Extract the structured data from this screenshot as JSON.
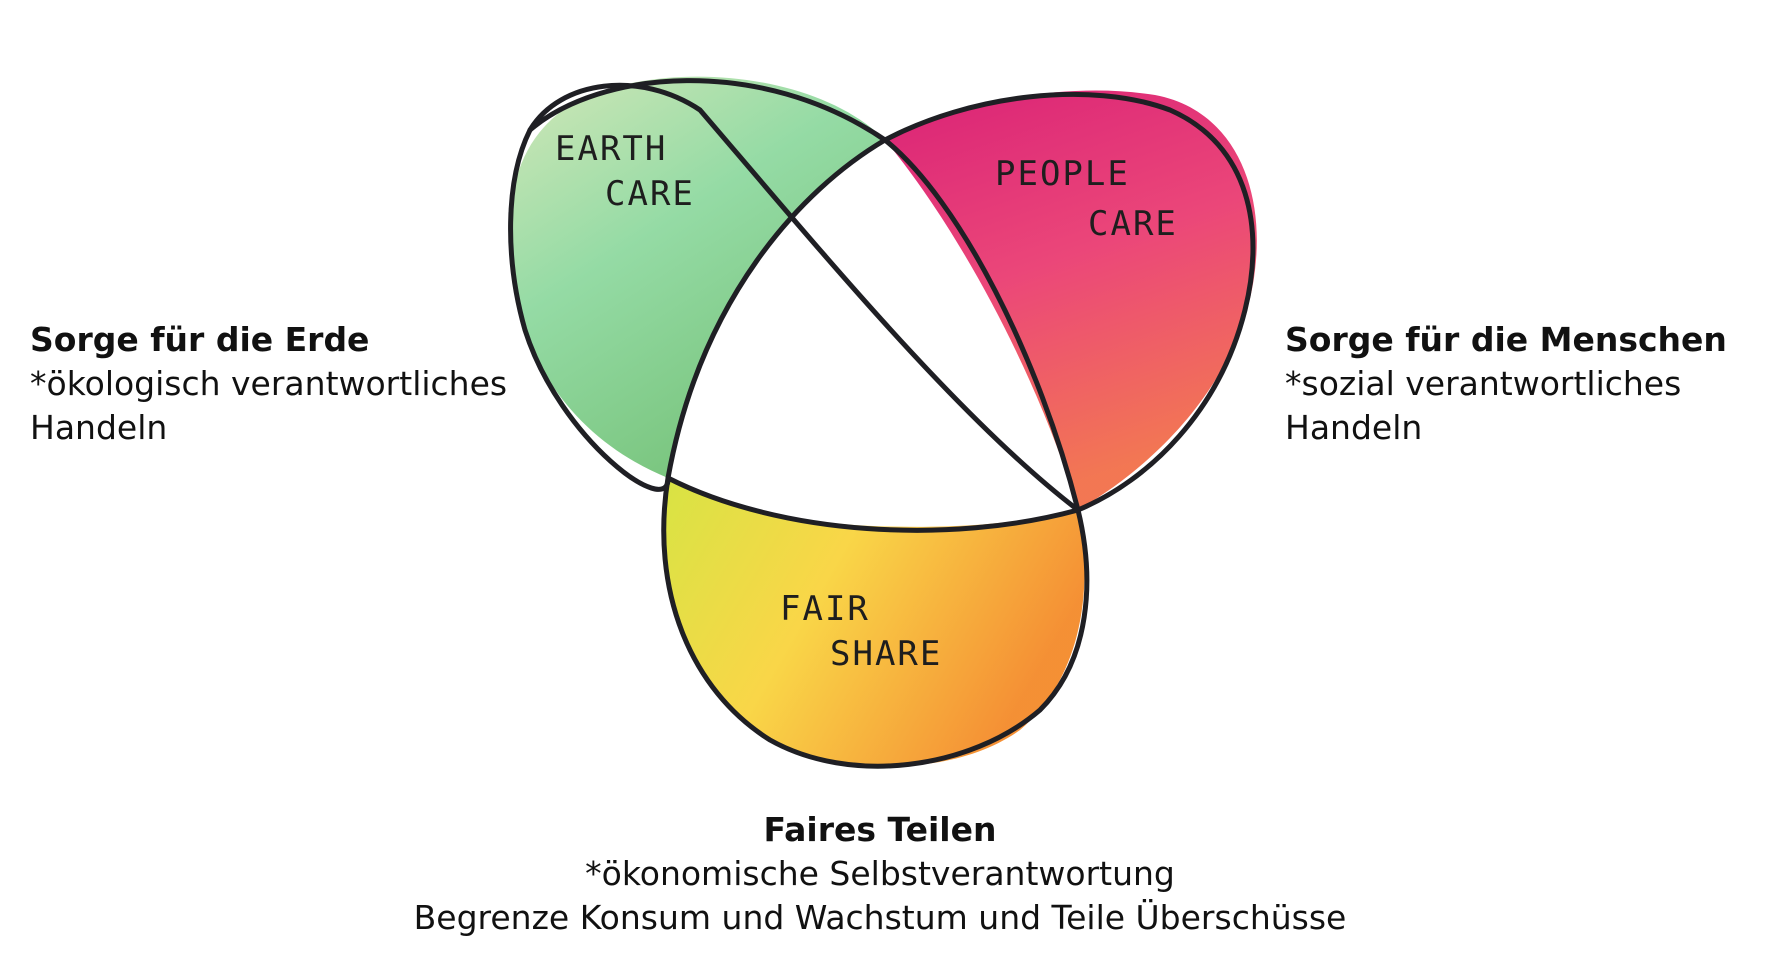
{
  "diagram": {
    "circles": [
      {
        "label_line1": "EARTH",
        "label_line2": "CARE",
        "color_main": "#8fd9a0",
        "color_accent": "#4cc98a"
      },
      {
        "label_line1": "PEOPLE",
        "label_line2": "CARE",
        "color_main": "#e8357f",
        "color_accent": "#f2604e"
      },
      {
        "label_line1": "FAIR",
        "label_line2": "SHARE",
        "color_main": "#f7c93a",
        "color_accent": "#f48a2a"
      }
    ]
  },
  "captions": {
    "left": {
      "heading": "Sorge für die Erde",
      "line1": "*ökologisch verantwortliches",
      "line2": "Handeln"
    },
    "right": {
      "heading": "Sorge für die Menschen",
      "line1": "*sozial verantwortliches",
      "line2": "Handeln"
    },
    "bottom": {
      "heading": "Faires Teilen",
      "line1": "*ökonomische Selbstverantwortung",
      "line2": "Begrenze Konsum und Wachstum und Teile Überschüsse"
    }
  }
}
